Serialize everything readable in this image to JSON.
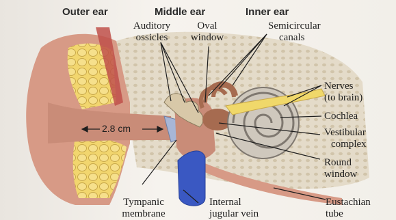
{
  "sections": {
    "outer": "Outer ear",
    "middle": "Middle ear",
    "inner": "Inner ear"
  },
  "labels": {
    "auditory_ossicles": [
      "Auditory",
      "ossicles"
    ],
    "oval_window": [
      "Oval",
      "window"
    ],
    "semicircular_canals": [
      "Semicircular",
      "canals"
    ],
    "nerves": [
      "Nerves",
      "(to brain)"
    ],
    "cochlea": "Cochlea",
    "vestibular_complex": [
      "Vestibular",
      "complex"
    ],
    "round_window": [
      "Round",
      "window"
    ],
    "eustachian_tube": [
      "Eustachian",
      "tube"
    ],
    "internal_jugular_vein": [
      "Internal",
      "jugular vein"
    ],
    "tympanic_membrane": [
      "Tympanic",
      "membrane"
    ],
    "ear_canal_length": "2.8 cm"
  },
  "colors": {
    "skin": "#d79a86",
    "cartilage": "#f1da7a",
    "bone": "#e2d9c6",
    "canal": "#c98c78",
    "vein": "#3a58c2",
    "nerve": "#f0d86a"
  }
}
